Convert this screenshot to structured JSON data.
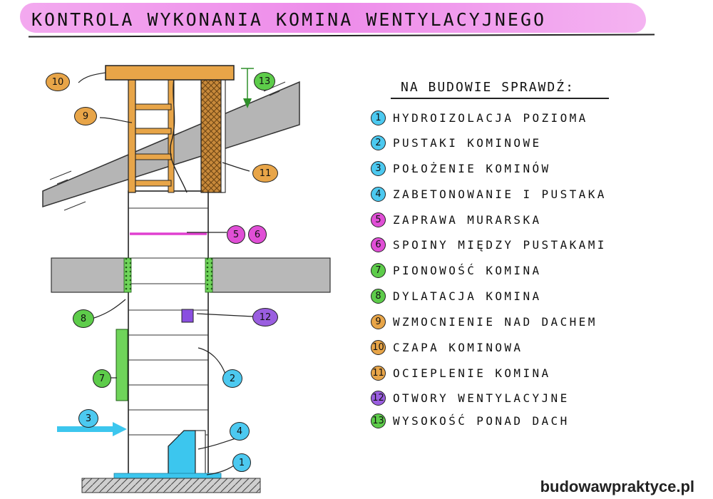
{
  "title": "KONTROLA WYKONANIA KOMINA WENTYLACYJNEGO",
  "legend_title": "NA BUDOWIE SPRAWDŹ:",
  "legend": [
    {
      "num": "1",
      "label": "HYDROIZOLACJA POZIOMA",
      "color": "#4cc9f0"
    },
    {
      "num": "2",
      "label": "PUSTAKI KOMINOWE",
      "color": "#4cc9f0"
    },
    {
      "num": "3",
      "label": "POŁOŻENIE KOMINÓW",
      "color": "#4cc9f0"
    },
    {
      "num": "4",
      "label": "ZABETONOWANIE I PUSTAKA",
      "color": "#4cc9f0"
    },
    {
      "num": "5",
      "label": "ZAPRAWA MURARSKA",
      "color": "#e04fd6"
    },
    {
      "num": "6",
      "label": "SPOINY MIĘDZY PUSTAKAMI",
      "color": "#e04fd6"
    },
    {
      "num": "7",
      "label": "PIONOWOŚĆ KOMINA",
      "color": "#5dcc4a"
    },
    {
      "num": "8",
      "label": "DYLATACJA KOMINA",
      "color": "#5dcc4a"
    },
    {
      "num": "9",
      "label": "WZMOCNIENIE NAD DACHEM",
      "color": "#e8a548"
    },
    {
      "num": "10",
      "label": "CZAPA KOMINOWA",
      "color": "#e8a548"
    },
    {
      "num": "11",
      "label": "OCIEPLENIE KOMINA",
      "color": "#e8a548"
    },
    {
      "num": "12",
      "label": "OTWORY WENTYLACYJNE",
      "color": "#9a5ee0"
    },
    {
      "num": "13",
      "label": "WYSOKOŚĆ PONAD DACH",
      "color": "#5dcc4a"
    }
  ],
  "callouts": [
    {
      "num": "10",
      "color": "#e8a548"
    },
    {
      "num": "9",
      "color": "#e8a548"
    },
    {
      "num": "13",
      "color": "#5dcc4a"
    },
    {
      "num": "11",
      "color": "#e8a548"
    },
    {
      "num": "5",
      "color": "#e04fd6"
    },
    {
      "num": "6",
      "color": "#e04fd6"
    },
    {
      "num": "8",
      "color": "#5dcc4a"
    },
    {
      "num": "12",
      "color": "#9a5ee0"
    },
    {
      "num": "7",
      "color": "#5dcc4a"
    },
    {
      "num": "2",
      "color": "#4cc9f0"
    },
    {
      "num": "3",
      "color": "#4cc9f0"
    },
    {
      "num": "4",
      "color": "#4cc9f0"
    },
    {
      "num": "1",
      "color": "#4cc9f0"
    }
  ],
  "watermark": "budowawpraktyce.pl",
  "colors": {
    "title_highlight": "#ee8cea",
    "roof_gray": "#b5b5b5",
    "wood": "#e8a548",
    "insulation": "#b07a32",
    "mortar_line": "#e040d0",
    "waterproofing": "#3cc6ee",
    "plumb_green": "#5dcc4a",
    "vent_purple": "#8a4fe0"
  }
}
